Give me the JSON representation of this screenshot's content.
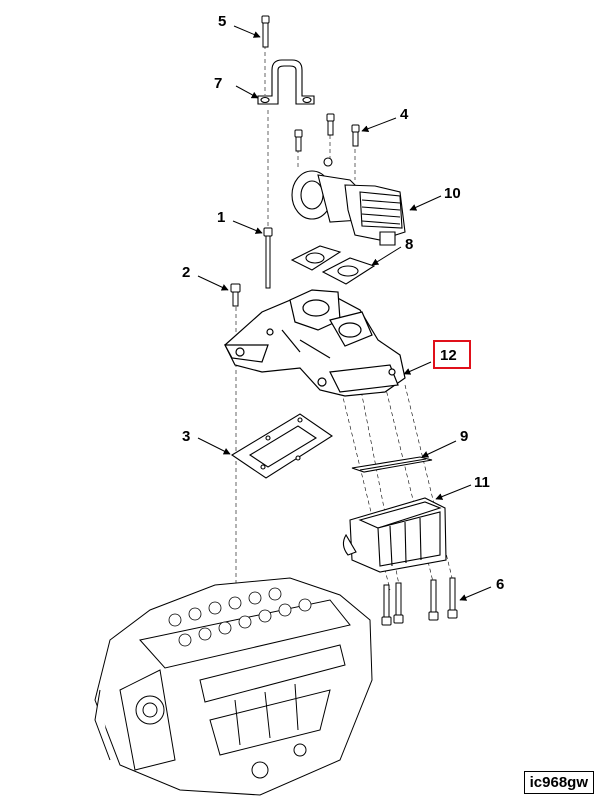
{
  "diagram": {
    "callouts": [
      {
        "id": "1",
        "label": "1",
        "part": "long-bolt"
      },
      {
        "id": "2",
        "label": "2",
        "part": "short-bolt"
      },
      {
        "id": "3",
        "label": "3",
        "part": "manifold-gasket"
      },
      {
        "id": "4",
        "label": "4",
        "part": "valve-bolts"
      },
      {
        "id": "5",
        "label": "5",
        "part": "bracket-bolt"
      },
      {
        "id": "6",
        "label": "6",
        "part": "cooler-bolts"
      },
      {
        "id": "7",
        "label": "7",
        "part": "bracket"
      },
      {
        "id": "8",
        "label": "8",
        "part": "valve-gaskets"
      },
      {
        "id": "9",
        "label": "9",
        "part": "cooler-gasket"
      },
      {
        "id": "10",
        "label": "10",
        "part": "egr-valve-actuator"
      },
      {
        "id": "11",
        "label": "11",
        "part": "egr-cooler"
      },
      {
        "id": "12",
        "label": "12",
        "part": "egr-connection",
        "highlighted": true
      }
    ],
    "highlight_color": "#e0101a",
    "ref_code": "ic968gw"
  }
}
